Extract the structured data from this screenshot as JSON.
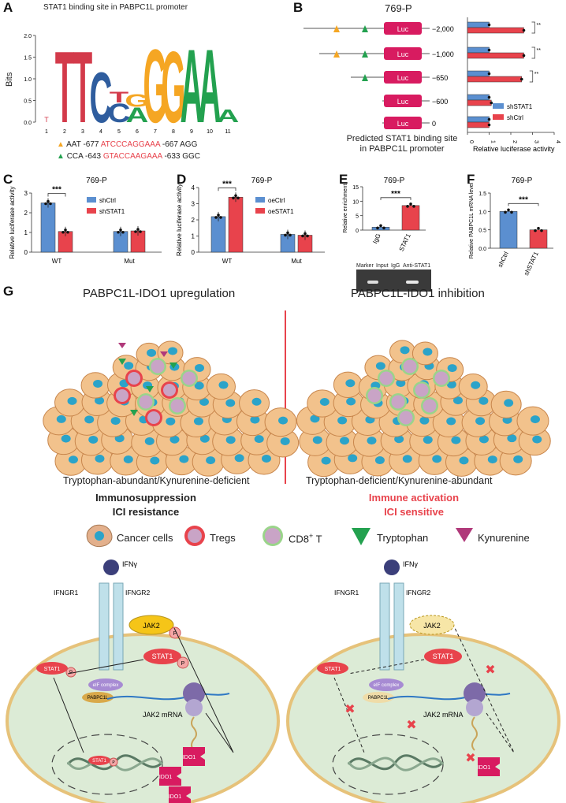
{
  "panels": {
    "A": "A",
    "B": "B",
    "C": "C",
    "D": "D",
    "E": "E",
    "F": "F",
    "G": "G"
  },
  "colors": {
    "blue": "#5b8fd0",
    "red": "#e8434c",
    "green": "#23a14f",
    "orange": "#f5a623",
    "luc": "#d81b60",
    "cancer": "#f2c28c",
    "cd8": "#c9a4c6"
  },
  "panelA": {
    "title": "STAT1 binding site in PABPC1L promoter",
    "ylabel": "Bits",
    "yticks": [
      "0.0",
      "0.5",
      "1.0",
      "1.5",
      "2.0"
    ],
    "positions": [
      "1",
      "2",
      "3",
      "4",
      "5",
      "6",
      "7",
      "8",
      "9",
      "10",
      "11"
    ],
    "motif_letters": [
      {
        "pos": 2,
        "letter": "T",
        "color": "#d33a4a",
        "height": 1.7
      },
      {
        "pos": 3,
        "letter": "T",
        "color": "#d33a4a",
        "height": 1.7
      },
      {
        "pos": 4,
        "letter": "C",
        "color": "#2f5d9e",
        "height": 1.2
      },
      {
        "pos": 5,
        "letter": "C",
        "color": "#2f5d9e",
        "height": 0.45
      },
      {
        "pos": 5,
        "letter": "T",
        "color": "#d33a4a",
        "height": 0.25
      },
      {
        "pos": 6,
        "letter": "A",
        "color": "#23a14f",
        "height": 0.35
      },
      {
        "pos": 6,
        "letter": "G",
        "color": "#f5a623",
        "height": 0.3
      },
      {
        "pos": 7,
        "letter": "G",
        "color": "#f5a623",
        "height": 1.75
      },
      {
        "pos": 8,
        "letter": "G",
        "color": "#f5a623",
        "height": 1.7
      },
      {
        "pos": 9,
        "letter": "A",
        "color": "#23a14f",
        "height": 1.75
      },
      {
        "pos": 10,
        "letter": "A",
        "color": "#23a14f",
        "height": 1.75
      },
      {
        "pos": 11,
        "letter": "A",
        "color": "#23a14f",
        "height": 0.3
      }
    ],
    "site1": {
      "pre": "AAT -677",
      "seq": "ATCCCAGGAAA",
      "post": "-667 AGG"
    },
    "site2": {
      "pre": "CCA -643",
      "seq": "GTACCAAGAAA",
      "post": "-633 GGC"
    }
  },
  "panelB": {
    "title": "769-P",
    "constructs": [
      "−2,000",
      "−1,000",
      "−650",
      "−600",
      "0"
    ],
    "luc": "Luc",
    "caption1": "Predicted STAT1 binding site",
    "caption2": "in PABPC1L promoter",
    "xlabel": "Relative luciferase activity",
    "xticks": [
      "0",
      "1",
      "2",
      "3",
      "4"
    ],
    "legend": [
      "shSTAT1",
      "shCtrl"
    ],
    "sig": "**"
  },
  "chart_data": [
    {
      "type": "bar",
      "panel": "B",
      "orientation": "horizontal",
      "categories": [
        "−2,000",
        "−1,000",
        "−650",
        "−600",
        "0"
      ],
      "series": [
        {
          "name": "shSTAT1",
          "values": [
            1.0,
            1.0,
            1.0,
            1.0,
            1.0
          ]
        },
        {
          "name": "shCtrl",
          "values": [
            2.6,
            2.6,
            2.5,
            1.1,
            1.0
          ]
        }
      ],
      "xlabel": "Relative luciferase activity",
      "xlim": [
        0,
        4
      ]
    },
    {
      "type": "bar",
      "panel": "C",
      "title": "769-P",
      "categories": [
        "WT",
        "Mut"
      ],
      "series": [
        {
          "name": "shCtrl",
          "values": [
            2.5,
            1.05
          ]
        },
        {
          "name": "shSTAT1",
          "values": [
            1.05,
            1.08
          ]
        }
      ],
      "ylabel": "Relative luciferase activity",
      "ylim": [
        0,
        3
      ]
    },
    {
      "type": "bar",
      "panel": "D",
      "title": "769-P",
      "categories": [
        "WT",
        "Mut"
      ],
      "series": [
        {
          "name": "oeCtrl",
          "values": [
            2.2,
            1.1
          ]
        },
        {
          "name": "oeSTAT1",
          "values": [
            3.4,
            1.05
          ]
        }
      ],
      "ylabel": "Relative luciferase activity",
      "ylim": [
        0,
        4
      ]
    },
    {
      "type": "bar",
      "panel": "E",
      "title": "769-P",
      "categories": [
        "IgG",
        "STAT1"
      ],
      "values": [
        1.0,
        8.5
      ],
      "ylabel": "Relative enrichment",
      "ylim": [
        0,
        15
      ]
    },
    {
      "type": "bar",
      "panel": "F",
      "title": "769-P",
      "categories": [
        "shCtrl",
        "shSTAT1"
      ],
      "values": [
        1.0,
        0.5
      ],
      "ylabel": "Relative PABPC1L mRNA level",
      "ylim": [
        0,
        1.5
      ]
    }
  ],
  "panelC": {
    "title": "769-P",
    "ylabel": "Relative luciferase activity",
    "yticks": [
      "0",
      "1",
      "2",
      "3"
    ],
    "xcats": [
      "WT",
      "Mut"
    ],
    "legend": [
      "shCtrl",
      "shSTAT1"
    ],
    "sig": "***"
  },
  "panelD": {
    "title": "769-P",
    "ylabel": "Relative luciferase activity",
    "yticks": [
      "0",
      "1",
      "2",
      "3",
      "4"
    ],
    "xcats": [
      "WT",
      "Mut"
    ],
    "legend": [
      "oeCtrl",
      "oeSTAT1"
    ],
    "sig": "***"
  },
  "panelE": {
    "title": "769-P",
    "ylabel": "Relative enrichment",
    "yticks": [
      "0",
      "5",
      "10",
      "15"
    ],
    "xcats": [
      "IgG",
      "STAT1"
    ],
    "sig": "***",
    "gel_labels": [
      "Marker",
      "Input",
      "IgG",
      "Anti-STAT1"
    ]
  },
  "panelF": {
    "title": "769-P",
    "ylabel": "Relative PABPC1L mRNA level",
    "yticks": [
      "0.0",
      "0.5",
      "1.0",
      "1.5"
    ],
    "xcats": [
      "shCtrl",
      "shSTAT1"
    ],
    "sig": "***"
  },
  "panelG": {
    "left_title": "PABPC1L-IDO1 upregulation",
    "right_title": "PABPC1L-IDO1 inhibition",
    "left_desc": "Tryptophan-abundant/Kynurenine-deficient",
    "right_desc": "Tryptophan-deficient/Kynurenine-abundant",
    "left_state1": "Immunosuppression",
    "left_state2": "ICI resistance",
    "right_state1": "Immune activation",
    "right_state2": "ICI sensitive",
    "legend": {
      "cancer": "Cancer cells",
      "tregs": "Tregs",
      "cd8": "CD8",
      "cd8_sup": "+",
      "cd8_tail": " T",
      "trp": "Tryptophan",
      "kyn": "Kynurenine"
    },
    "cell": {
      "ifng": "IFNγ",
      "r1": "IFNGR1",
      "r2": "IFNGR2",
      "jak2": "JAK2",
      "stat1": "STAT1",
      "p": "P",
      "eif": "eIF complex",
      "pabpc1l": "PABPC1L",
      "mrna": "JAK2 mRNA",
      "ido1": "IDO1"
    }
  }
}
